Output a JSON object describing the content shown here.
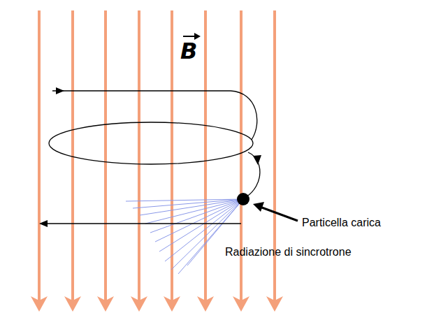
{
  "diagram": {
    "labels": [
      "B",
      "Particella carica",
      "Radiazione di sincrotrone"
    ]
  }
}
